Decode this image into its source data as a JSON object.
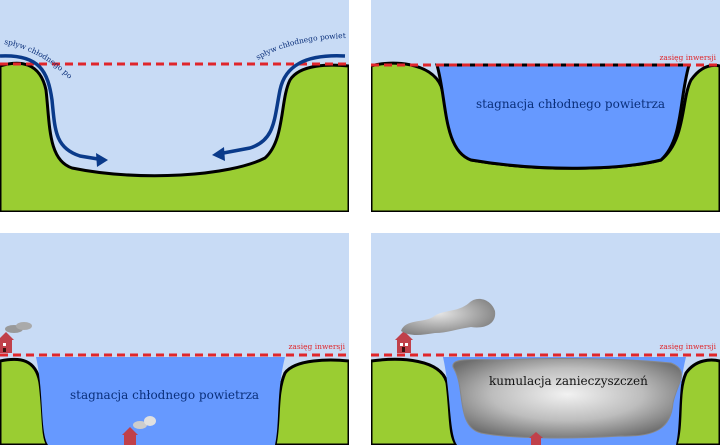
{
  "colors": {
    "sky": "#c8dbf5",
    "ground": "#9acd32",
    "outline": "#000000",
    "inversion_line": "#e0262b",
    "cold_air": "#6699ff",
    "cold_air_flow": "#0a3a8a",
    "house": "#c0404a",
    "smoke": "#999999",
    "label_blue": "#0a2f7a",
    "label_red": "#e0262b"
  },
  "panels": [
    {
      "id": "inflow",
      "labels": {
        "flow_left": "spływ chłodnego powietrza",
        "flow_right": "spływ chłodnego powietrza"
      }
    },
    {
      "id": "stagnation",
      "labels": {
        "inversion": "zasięg inwersji",
        "stagnation": "stagnacja chłodnego powietrza"
      }
    },
    {
      "id": "stagnation-houses",
      "labels": {
        "inversion": "zasięg inwersji",
        "stagnation": "stagnacja chłodnego powietrza"
      }
    },
    {
      "id": "pollution",
      "labels": {
        "inversion": "zasięg inwersji",
        "pollution": "kumulacja zanieczyszczeń"
      }
    }
  ]
}
